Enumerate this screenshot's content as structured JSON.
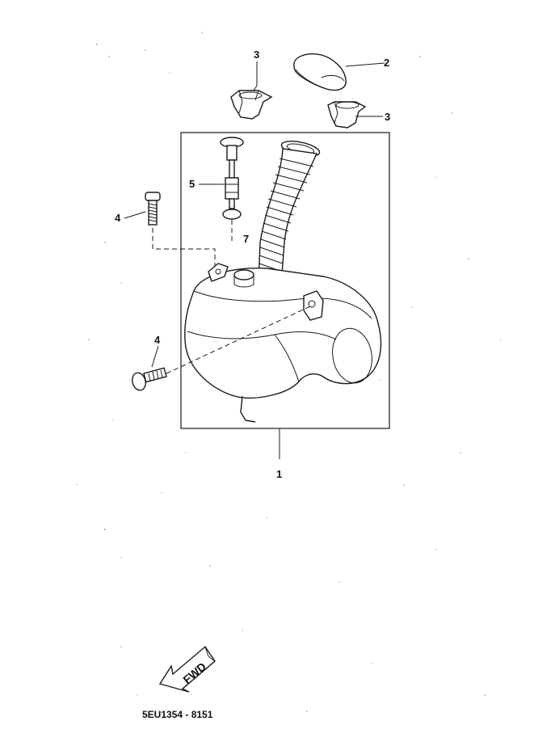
{
  "callouts": {
    "c1": "1",
    "c2": "2",
    "c3a": "3",
    "c3b": "3",
    "c4a": "4",
    "c4b": "4",
    "c5": "5",
    "c7": "7"
  },
  "direction_arrow": {
    "label": "FWD"
  },
  "diagram_code": "5EU1354 - 8151"
}
